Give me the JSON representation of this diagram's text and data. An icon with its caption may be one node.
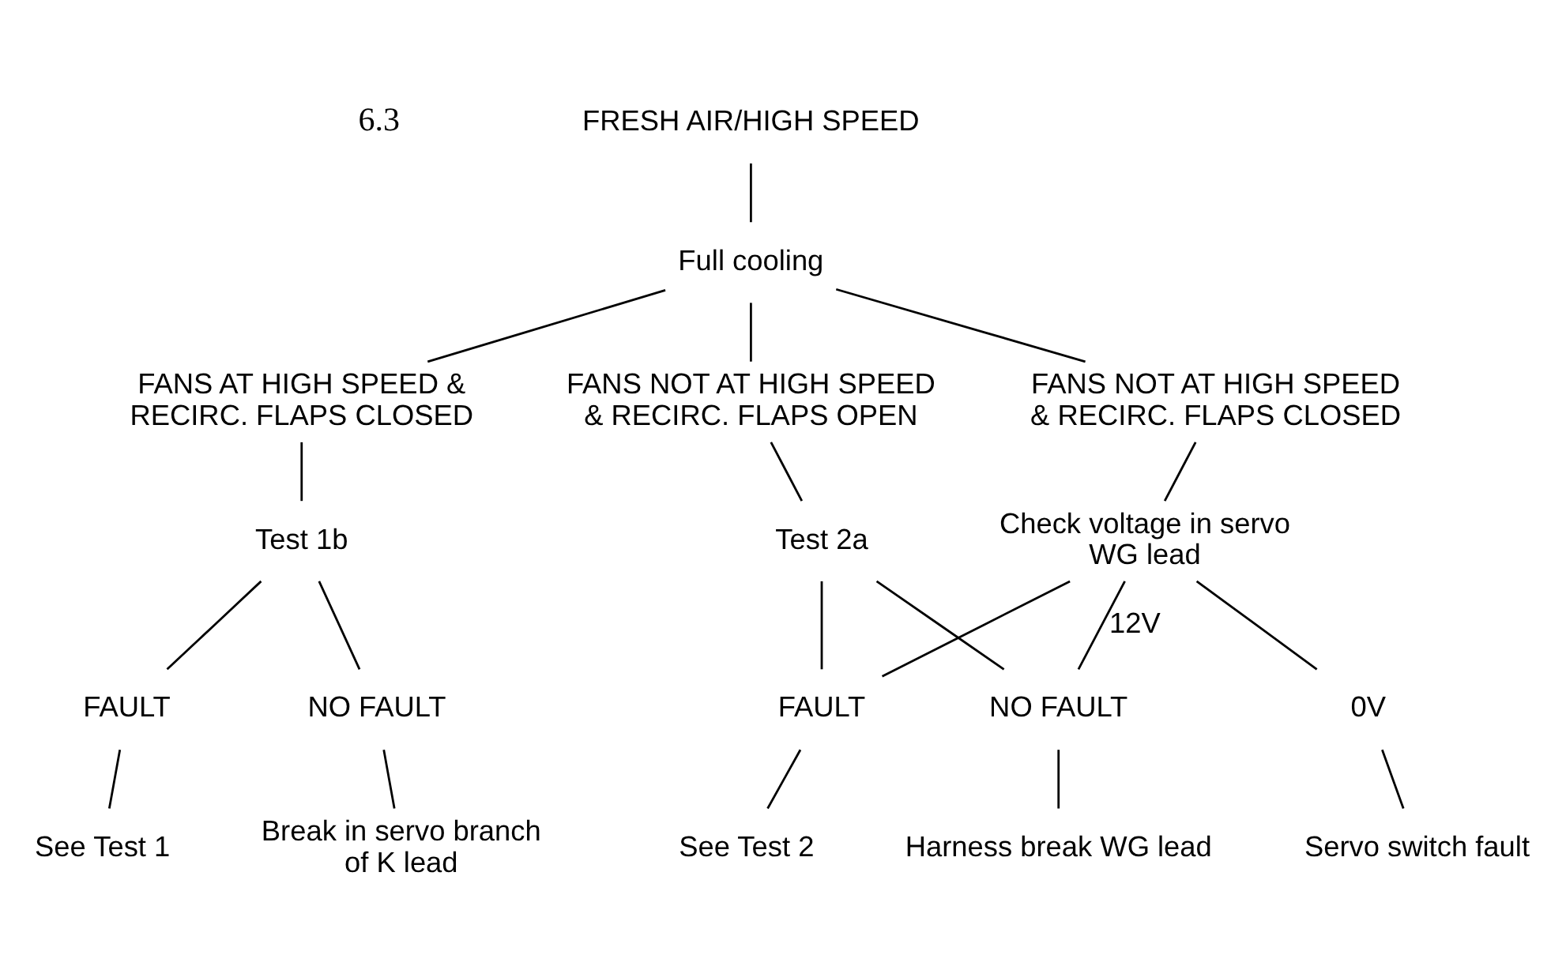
{
  "diagram": {
    "nodes": [
      {
        "text": [
          "FRESH AIR/HIGH SPEED"
        ]
      },
      {
        "text": [
          "Full cooling"
        ]
      },
      {
        "text": [
          "FANS AT HIGH SPEED & RECIRC. FLAPS CLOSED"
        ]
      },
      {
        "text": [
          "FANS NOT AT HIGH SPEED & RECIRC. FLAPS OPEN"
        ]
      },
      {
        "text": [
          "FANS NOT AT HIGH SPEED & RECIRC. FLAPS CLOSED"
        ]
      },
      {
        "text": [
          "Test 1b"
        ]
      },
      {
        "text": [
          "Test 2a"
        ]
      },
      {
        "text": [
          "Check voltage in servo WG lead"
        ]
      },
      {
        "text": [
          "NO FAULT"
        ]
      },
      {
        "text": [
          "FAULT"
        ]
      },
      {
        "text": [
          "Break in servo branch of K lead"
        ]
      },
      {
        "text": [
          "See Test 1"
        ]
      },
      {
        "text": [
          "NO FAULT"
        ]
      },
      {
        "text": [
          "FAULT"
        ]
      },
      {
        "text": [
          "Harness break WG lead"
        ]
      },
      {
        "text": [
          "See Test 2"
        ]
      },
      {
        "text": [
          "0V"
        ]
      },
      {
        "text": [
          "Servo switch fault"
        ]
      }
    ],
    "edges": [
      {
        "from": 0,
        "to": 1,
        "arrow": "none"
      },
      {
        "from": 1,
        "to": 2,
        "arrow": "none"
      },
      {
        "from": 1,
        "to": 3,
        "arrow": "none"
      },
      {
        "from": 1,
        "to": 4,
        "arrow": "none"
      },
      {
        "from": 2,
        "to": 5,
        "arrow": "none"
      },
      {
        "from": 3,
        "to": 6,
        "arrow": "none"
      },
      {
        "from": 4,
        "to": 7,
        "arrow": "none"
      },
      {
        "from": 5,
        "to": 8,
        "arrow": "none"
      },
      {
        "from": 5,
        "to": 9,
        "arrow": "none"
      },
      {
        "from": 8,
        "to": 10,
        "arrow": "none"
      },
      {
        "from": 9,
        "to": 11,
        "arrow": "none"
      },
      {
        "from": 6,
        "to": 12,
        "arrow": "none"
      },
      {
        "from": 6,
        "to": 13,
        "arrow": "none"
      },
      {
        "from": 7,
        "to": 12,
        "arrow": "none",
        "label": "12V"
      },
      {
        "from": 7,
        "to": 13,
        "arrow": "none"
      },
      {
        "from": 12,
        "to": 14,
        "arrow": "none"
      },
      {
        "from": 13,
        "to": 15,
        "arrow": "none"
      },
      {
        "from": 7,
        "to": 16,
        "arrow": "none"
      },
      {
        "from": 16,
        "to": 17,
        "arrow": "none"
      }
    ],
    "labels": [
      "6.3"
    ]
  }
}
